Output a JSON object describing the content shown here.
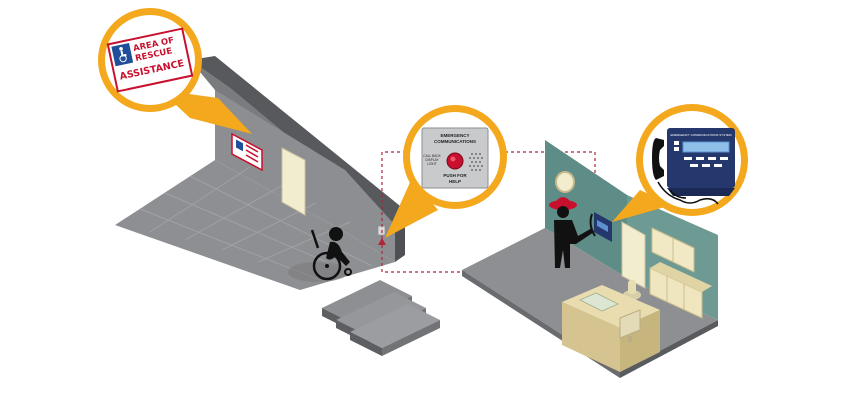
{
  "scene": {
    "description_free": true,
    "colors": {
      "callout_ring": "#F4A81D",
      "floor_left": "#8C8D90",
      "floor_right": "#9A9B9D",
      "wall_dark": "#6E6F72",
      "wall_teal": "#5E8C86",
      "connector_dashed": "#B0243A",
      "sign_red": "#C8102E",
      "sign_blue": "#1F4E9A",
      "device_navy": "#24386E"
    }
  },
  "rescue_sign": {
    "line1": "AREA OF",
    "line2": "RESCUE",
    "line3": "ASSISTANCE"
  },
  "call_box": {
    "header_line1": "EMERGENCY",
    "header_line2": "COMMUNICATIONS",
    "left_line1": "CALL BACK",
    "left_line2": "DISPLAY",
    "left_line3": "LIGHT",
    "footer_line1": "PUSH FOR",
    "footer_line2": "HELP"
  },
  "master_station": {
    "header": "EMERGENCY COMMUNICATIONS SYSTEM"
  },
  "icons": [
    "wheelchair-icon",
    "handset-icon",
    "firefighter-icon",
    "call-button-icon",
    "wall-clock-icon",
    "monitor-icon"
  ]
}
